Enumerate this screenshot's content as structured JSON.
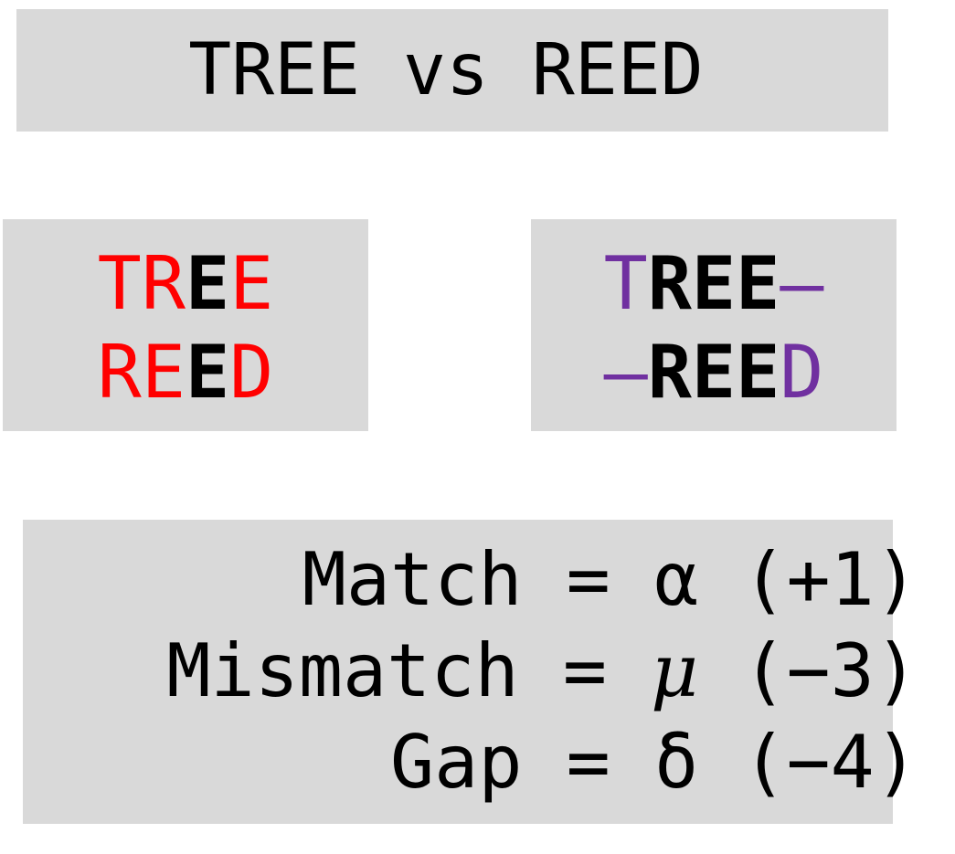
{
  "title": "TREE vs REED",
  "colors": {
    "box_bg": "#d9d9d9",
    "mismatch_red": "#ff0000",
    "gap_purple": "#7030a0",
    "match_black": "#000000"
  },
  "alignment_left": {
    "top": [
      {
        "char": "T",
        "kind": "mismatch"
      },
      {
        "char": "R",
        "kind": "mismatch"
      },
      {
        "char": "E",
        "kind": "match"
      },
      {
        "char": "E",
        "kind": "mismatch"
      }
    ],
    "bottom": [
      {
        "char": "R",
        "kind": "mismatch"
      },
      {
        "char": "E",
        "kind": "mismatch"
      },
      {
        "char": "E",
        "kind": "match"
      },
      {
        "char": "D",
        "kind": "mismatch"
      }
    ]
  },
  "alignment_right": {
    "top": [
      {
        "char": "T",
        "kind": "gap"
      },
      {
        "char": "R",
        "kind": "match"
      },
      {
        "char": "E",
        "kind": "match"
      },
      {
        "char": "E",
        "kind": "match"
      },
      {
        "char": "–",
        "kind": "gap"
      }
    ],
    "bottom": [
      {
        "char": "–",
        "kind": "gap"
      },
      {
        "char": "R",
        "kind": "match"
      },
      {
        "char": "E",
        "kind": "match"
      },
      {
        "char": "E",
        "kind": "match"
      },
      {
        "char": "D",
        "kind": "gap"
      }
    ]
  },
  "scores": {
    "match": {
      "label": "Match = ",
      "symbol": "α",
      "value": " (+1)"
    },
    "mismatch": {
      "label": "Mismatch = ",
      "symbol": "μ",
      "value": " (−3)"
    },
    "gap": {
      "label": "Gap = ",
      "symbol": "δ",
      "value": " (−4)"
    }
  }
}
